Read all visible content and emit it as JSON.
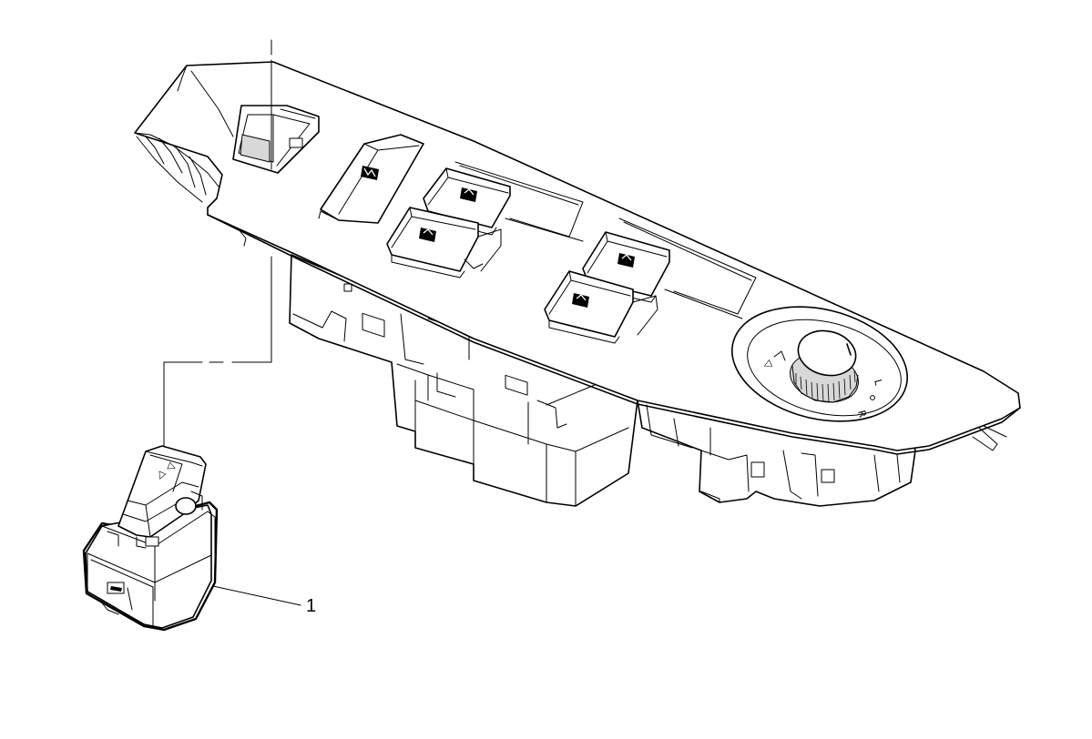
{
  "callouts": [
    {
      "label": "1"
    }
  ],
  "knob_markings": {
    "left": "L",
    "right": "R"
  },
  "icons": [
    "window-lock-icon",
    "window-switch-icon",
    "mirror-adjust-knob-icon"
  ]
}
